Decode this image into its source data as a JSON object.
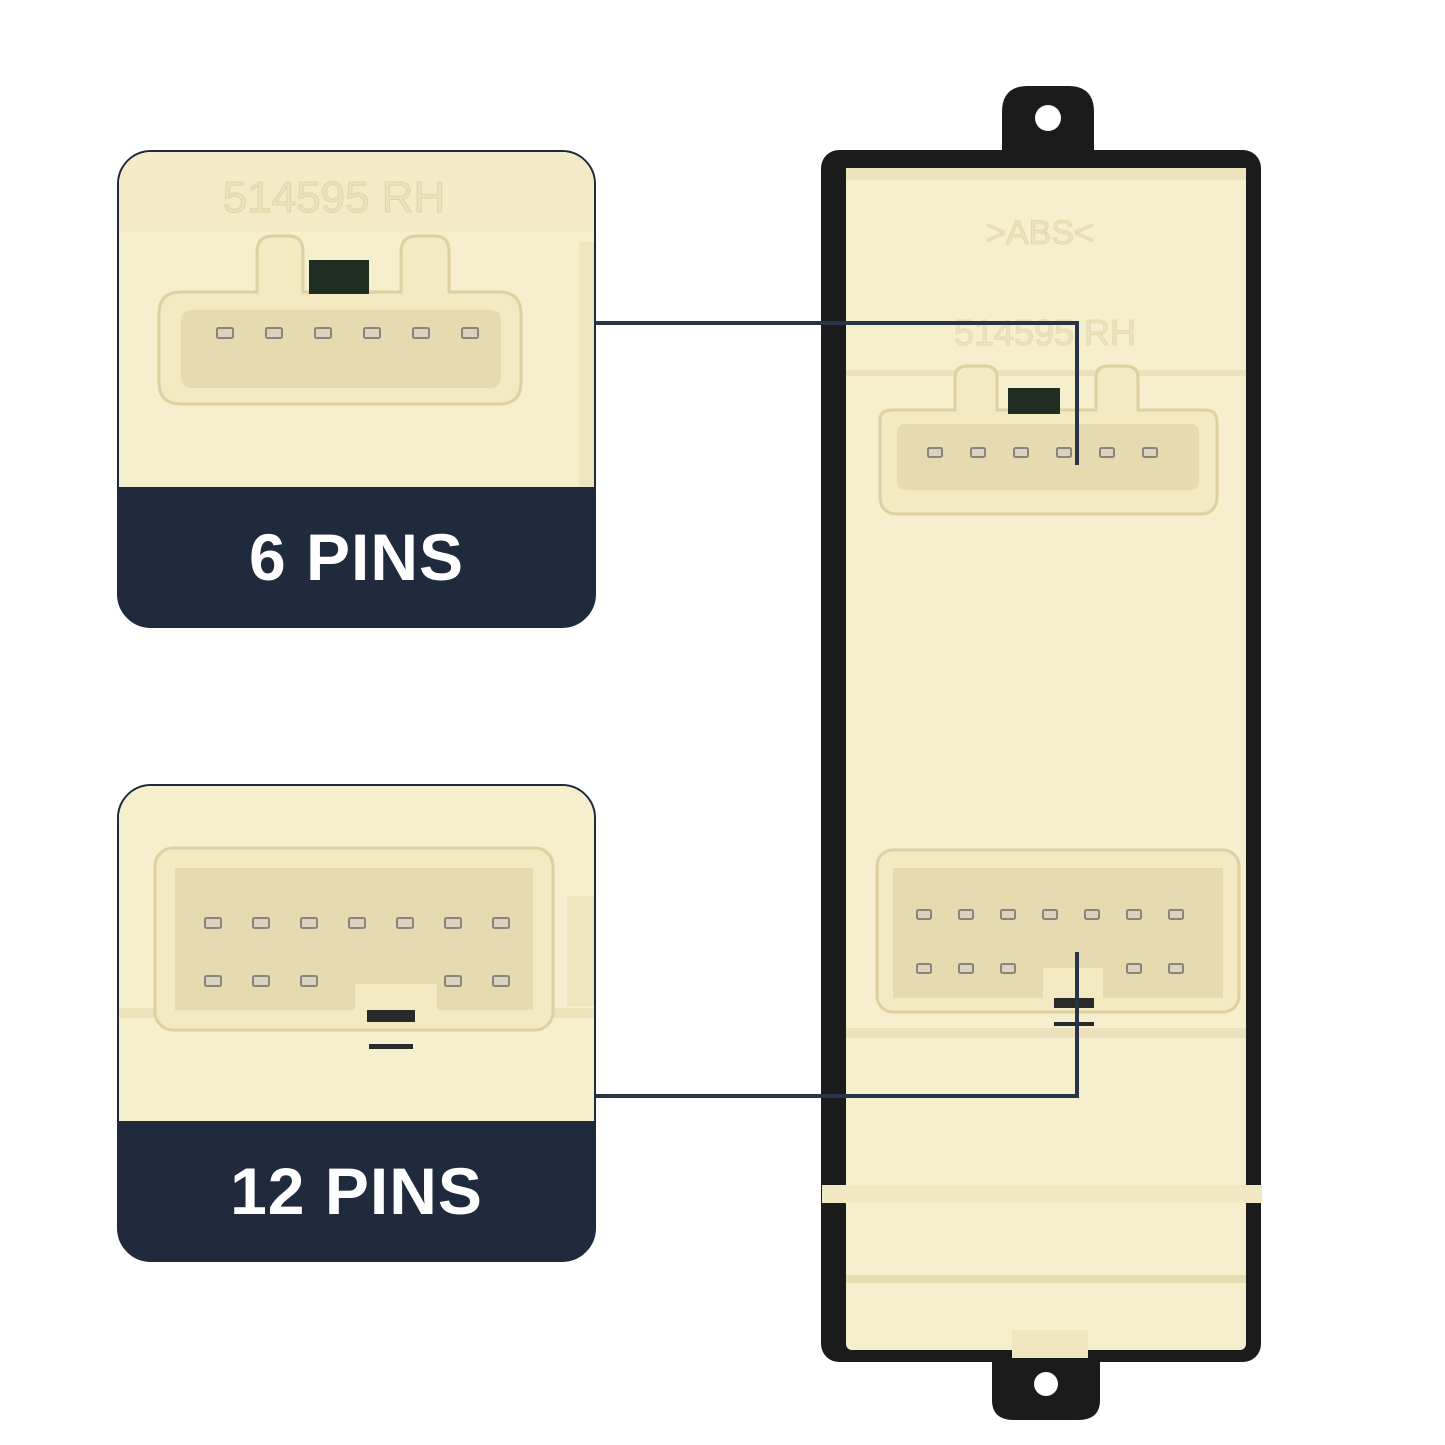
{
  "callouts": {
    "six_pin": {
      "label": "6 PINS",
      "pin_count": 6
    },
    "twelve_pin": {
      "label": "12 PINS",
      "pin_count": 12
    }
  },
  "markings": {
    "part_number": "514595 RH",
    "material": ">ABS<"
  },
  "colors": {
    "housing": "#f6efcd",
    "housing_shadow": "#e9dfb6",
    "frame": "#1b1b1b",
    "band": "#1f2a3c",
    "pin": "#8a8577",
    "leader_line": "#2a3448"
  }
}
